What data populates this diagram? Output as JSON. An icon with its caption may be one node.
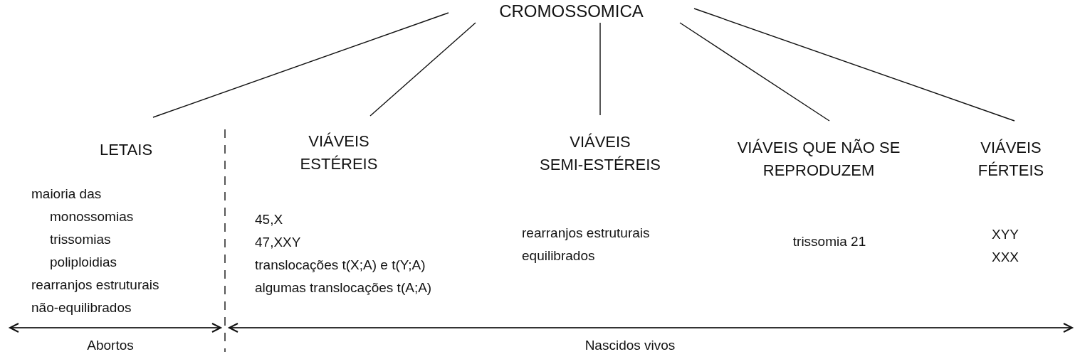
{
  "diagram": {
    "nodes": [
      {
        "text": [
          "CROMOSSOMICA"
        ]
      },
      {
        "text": [
          "LETAIS",
          "maioria das",
          "monossomias",
          "trissomias",
          "poliploidias",
          "rearranjos estruturais não-equilibrados"
        ]
      },
      {
        "text": [
          "VIÁVEIS ESTÉREIS",
          "45,X",
          "47,XXY",
          "translocações t(X;A) e t(Y;A)",
          "algumas translocações t(A;A)"
        ]
      },
      {
        "text": [
          "VIÁVEIS SEMI-ESTÉREIS",
          "rearranjos estruturais equilibrados"
        ]
      },
      {
        "text": [
          "VIÁVEIS QUE NÃO SE REPRODUZEM",
          "trissomia 21"
        ]
      },
      {
        "text": [
          "VIÁVEIS FÉRTEIS",
          "XYY",
          "XXX"
        ]
      }
    ],
    "edges": [
      {
        "from": 0,
        "to": 1,
        "arrow": "none"
      },
      {
        "from": 0,
        "to": 2,
        "arrow": "none"
      },
      {
        "from": 0,
        "to": 3,
        "arrow": "none"
      },
      {
        "from": 0,
        "to": 4,
        "arrow": "none"
      },
      {
        "from": 0,
        "to": 5,
        "arrow": "none"
      }
    ],
    "labels": [
      "Abortos",
      "Nascidos vivos"
    ]
  }
}
